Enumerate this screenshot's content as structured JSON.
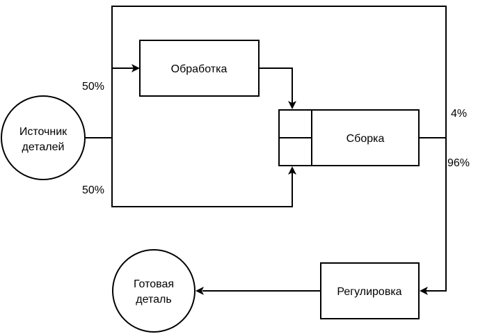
{
  "nodes": {
    "source": {
      "line1": "Источник",
      "line2": "деталей"
    },
    "processing": {
      "label": "Обработка"
    },
    "assembly": {
      "label": "Сборка"
    },
    "adjustment": {
      "label": "Регулировка"
    },
    "finished": {
      "line1": "Готовая",
      "line2": "деталь"
    }
  },
  "edges": {
    "to_processing_pct": "50%",
    "to_assembly_pct": "50%",
    "feedback_pct": "4%",
    "to_adjustment_pct": "96%"
  }
}
